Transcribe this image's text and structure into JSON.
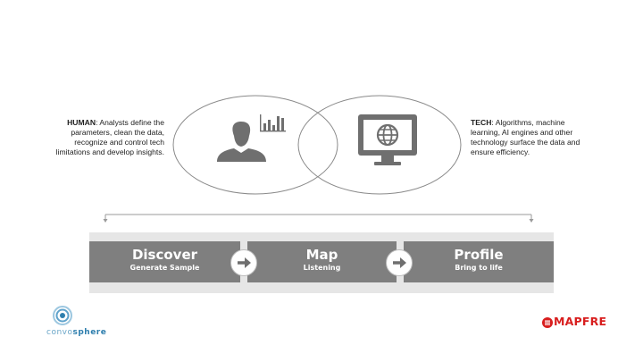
{
  "human": {
    "label": "HUMAN",
    "text": ": Analysts define the parameters, clean the data, recognize and control tech limitations and develop insights."
  },
  "tech": {
    "label": "TECH",
    "text": ": Algorithms, machine learning, AI engines and other technology surface the data and ensure efficiency."
  },
  "stages": [
    {
      "title": "Discover",
      "subtitle": "Generate Sample"
    },
    {
      "title": "Map",
      "subtitle": "Listening"
    },
    {
      "title": "Profile",
      "subtitle": "Bring to life"
    }
  ],
  "logos": {
    "convo_light": "convo",
    "convo_bold": "sphere",
    "mapfre": "MAPFRE"
  },
  "colors": {
    "stage_fill": "#7f7f7f",
    "band_fill": "#e6e6e6",
    "icon_gray": "#6f6f6f",
    "mapfre_red": "#d81e1e",
    "convo_blue": "#2f7fae"
  },
  "icons": [
    "person-icon",
    "bar-chart-icon",
    "monitor-globe-icon",
    "arrow-right-icon",
    "convosphere-logo-icon",
    "mapfre-emblem-icon"
  ]
}
